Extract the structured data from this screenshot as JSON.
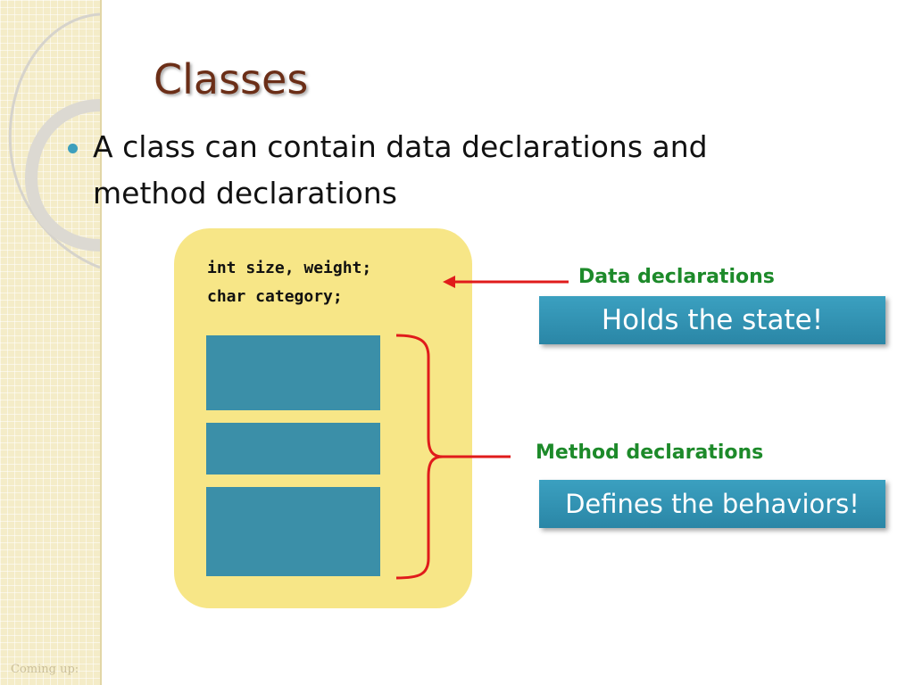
{
  "slide": {
    "title": "Classes",
    "bullet": "A class can contain data declarations and method declarations",
    "footer": "Coming up:"
  },
  "code": {
    "line1": "int size, weight;",
    "line2": "char category;"
  },
  "labels": {
    "data": "Data declarations",
    "method": "Method declarations"
  },
  "callouts": {
    "state": "Holds the state!",
    "behaviors": "Defines the behaviors!"
  },
  "colors": {
    "title": "#6b2e17",
    "accent_blue": "#3b8fa8",
    "label_green": "#1d8a2a",
    "box_yellow": "#f7e687",
    "arrow_red": "#e01b1b"
  }
}
